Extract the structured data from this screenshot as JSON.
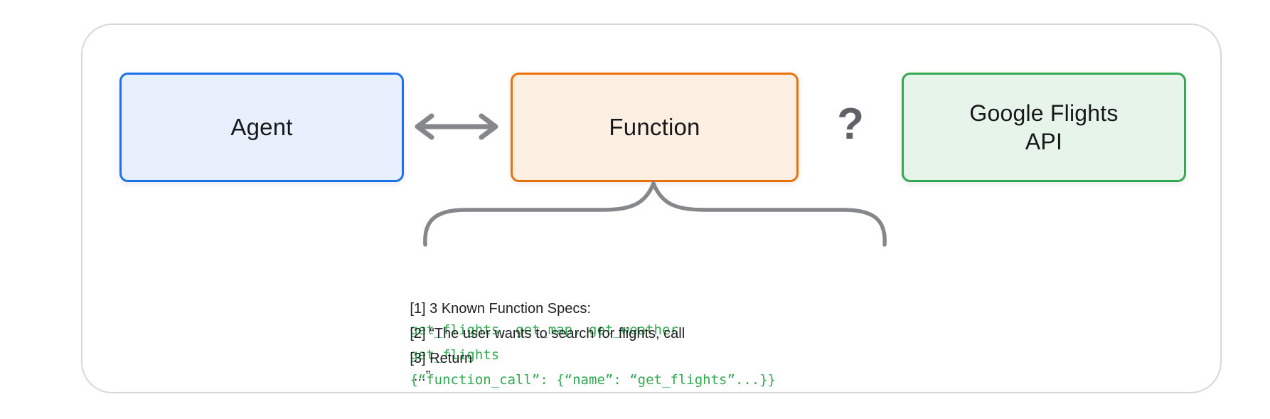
{
  "diagram": {
    "nodes": {
      "agent": {
        "label": "Agent",
        "border_color": "#1a73e8",
        "fill_color": "#e8f0fe"
      },
      "function": {
        "label": "Function",
        "border_color": "#e8710a",
        "fill_color": "#feefe3"
      },
      "google_flights_api": {
        "label": "Google Flights\nAPI",
        "border_color": "#34a853",
        "fill_color": "#e6f4ea"
      }
    },
    "connectors": {
      "agent_function": {
        "type": "double-headed-arrow",
        "color": "#85878a"
      },
      "function_api": {
        "label": "?",
        "type": "question-mark",
        "color": "#5f6368"
      },
      "brace": {
        "type": "curly-brace-down",
        "color": "#85878a"
      }
    },
    "annotations": [
      {
        "prefix": "[1] 3 Known Function Specs: ",
        "code": "get_flights, get_map, get_weather",
        "suffix": ""
      },
      {
        "prefix": "[2] “The user wants to search for flights, call ",
        "code": "get_flights",
        "suffix": " ...”"
      },
      {
        "prefix": "[3] Return ",
        "code": "{“function_call”: {“name”: “get_flights”...}}",
        "suffix": ""
      }
    ],
    "code_color": "#34a853",
    "text_color": "#202124"
  }
}
